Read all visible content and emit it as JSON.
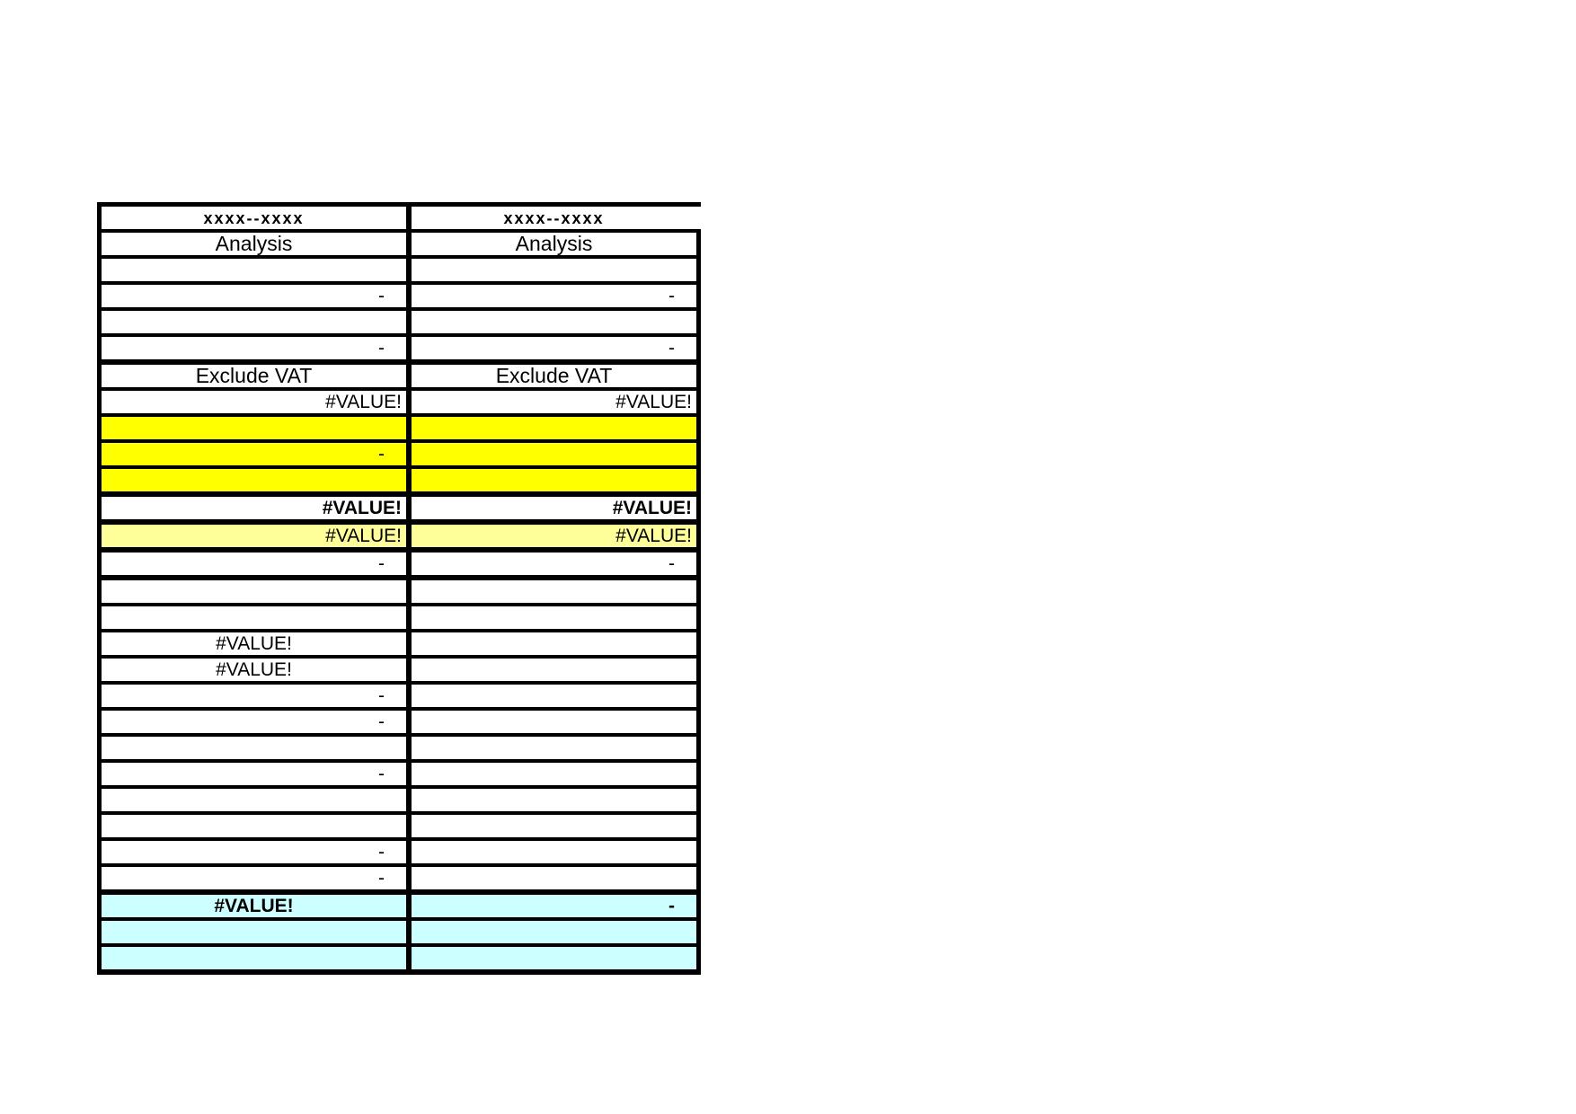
{
  "colors": {
    "yellow": "#FFFF00",
    "pale_yellow": "#FFFF99",
    "light_cyan": "#CCFFFF",
    "border": "#000000",
    "page_bg": "#FFFFFF"
  },
  "table": {
    "rows": [
      {
        "sep": "normal",
        "no_right_border": true,
        "cells": [
          {
            "text": "xxxx--xxxx",
            "align": "center",
            "bold": true,
            "size": "hdr",
            "bg": null,
            "pad": null
          },
          {
            "text": "xxxx--xxxx",
            "align": "center",
            "bold": true,
            "size": "hdr",
            "bg": null,
            "pad": null
          }
        ]
      },
      {
        "sep": "normal",
        "cells": [
          {
            "text": "Analysis",
            "align": "center",
            "bold": false,
            "size": "lg",
            "bg": null,
            "pad": null
          },
          {
            "text": "Analysis",
            "align": "center",
            "bold": false,
            "size": "lg",
            "bg": null,
            "pad": null
          }
        ]
      },
      {
        "sep": "normal",
        "cells": [
          {
            "text": "",
            "align": null,
            "bold": false,
            "size": null,
            "bg": null,
            "pad": null
          },
          {
            "text": "",
            "align": null,
            "bold": false,
            "size": null,
            "bg": null,
            "pad": null
          }
        ]
      },
      {
        "sep": "normal",
        "cells": [
          {
            "text": "-",
            "align": "right",
            "bold": false,
            "size": null,
            "bg": null,
            "pad": "wide"
          },
          {
            "text": "-",
            "align": "right",
            "bold": false,
            "size": null,
            "bg": null,
            "pad": "wide"
          }
        ]
      },
      {
        "sep": "normal",
        "cells": [
          {
            "text": "",
            "align": null,
            "bold": false,
            "size": null,
            "bg": null,
            "pad": null
          },
          {
            "text": "",
            "align": null,
            "bold": false,
            "size": null,
            "bg": null,
            "pad": null
          }
        ]
      },
      {
        "sep": "thick",
        "cells": [
          {
            "text": "-",
            "align": "right",
            "bold": false,
            "size": null,
            "bg": null,
            "pad": "wide"
          },
          {
            "text": "-",
            "align": "right",
            "bold": false,
            "size": null,
            "bg": null,
            "pad": "wide"
          }
        ]
      },
      {
        "sep": "normal",
        "cells": [
          {
            "text": "Exclude VAT",
            "align": "center",
            "bold": false,
            "size": "lg",
            "bg": null,
            "pad": null
          },
          {
            "text": "Exclude VAT",
            "align": "center",
            "bold": false,
            "size": "lg",
            "bg": null,
            "pad": null
          }
        ]
      },
      {
        "sep": "normal",
        "cells": [
          {
            "text": "#VALUE!",
            "align": "right",
            "bold": false,
            "size": null,
            "bg": null,
            "pad": "narrow"
          },
          {
            "text": "#VALUE!",
            "align": "right",
            "bold": false,
            "size": null,
            "bg": null,
            "pad": "narrow"
          }
        ]
      },
      {
        "sep": "normal",
        "cells": [
          {
            "text": "",
            "align": null,
            "bold": false,
            "size": null,
            "bg": "yellow",
            "pad": null
          },
          {
            "text": "",
            "align": null,
            "bold": false,
            "size": null,
            "bg": "yellow",
            "pad": null
          }
        ]
      },
      {
        "sep": "normal",
        "cells": [
          {
            "text": "-",
            "align": "right",
            "bold": false,
            "size": null,
            "bg": "yellow",
            "pad": "wide"
          },
          {
            "text": "",
            "align": null,
            "bold": false,
            "size": null,
            "bg": "yellow",
            "pad": null
          }
        ]
      },
      {
        "sep": "thick",
        "cells": [
          {
            "text": "",
            "align": null,
            "bold": false,
            "size": null,
            "bg": "yellow",
            "pad": null
          },
          {
            "text": "",
            "align": null,
            "bold": false,
            "size": null,
            "bg": "yellow",
            "pad": null
          }
        ]
      },
      {
        "sep": "thick",
        "cells": [
          {
            "text": "#VALUE!",
            "align": "right",
            "bold": true,
            "size": null,
            "bg": null,
            "pad": "narrow"
          },
          {
            "text": "#VALUE!",
            "align": "right",
            "bold": true,
            "size": null,
            "bg": null,
            "pad": "narrow"
          }
        ]
      },
      {
        "sep": "thick",
        "cells": [
          {
            "text": "#VALUE!",
            "align": "right",
            "bold": false,
            "size": null,
            "bg": "pale_yellow",
            "pad": "narrow"
          },
          {
            "text": "#VALUE!",
            "align": "right",
            "bold": false,
            "size": null,
            "bg": "pale_yellow",
            "pad": "narrow"
          }
        ]
      },
      {
        "sep": "thick",
        "cells": [
          {
            "text": "-",
            "align": "right",
            "bold": false,
            "size": null,
            "bg": null,
            "pad": "wide"
          },
          {
            "text": "-",
            "align": "right",
            "bold": false,
            "size": null,
            "bg": null,
            "pad": "wide"
          }
        ]
      },
      {
        "sep": "normal",
        "cells": [
          {
            "text": "",
            "align": null,
            "bold": false,
            "size": null,
            "bg": null,
            "pad": null
          },
          {
            "text": "",
            "align": null,
            "bold": false,
            "size": null,
            "bg": null,
            "pad": null
          }
        ]
      },
      {
        "sep": "normal",
        "cells": [
          {
            "text": "",
            "align": null,
            "bold": false,
            "size": null,
            "bg": null,
            "pad": null
          },
          {
            "text": "",
            "align": null,
            "bold": false,
            "size": null,
            "bg": null,
            "pad": null
          }
        ]
      },
      {
        "sep": "normal",
        "cells": [
          {
            "text": "#VALUE!",
            "align": "center",
            "bold": false,
            "size": null,
            "bg": null,
            "pad": null
          },
          {
            "text": "",
            "align": null,
            "bold": false,
            "size": null,
            "bg": null,
            "pad": null
          }
        ]
      },
      {
        "sep": "normal",
        "cells": [
          {
            "text": "#VALUE!",
            "align": "center",
            "bold": false,
            "size": null,
            "bg": null,
            "pad": null
          },
          {
            "text": "",
            "align": null,
            "bold": false,
            "size": null,
            "bg": null,
            "pad": null
          }
        ]
      },
      {
        "sep": "normal",
        "cells": [
          {
            "text": "-",
            "align": "right",
            "bold": false,
            "size": null,
            "bg": null,
            "pad": "wide"
          },
          {
            "text": "",
            "align": null,
            "bold": false,
            "size": null,
            "bg": null,
            "pad": null
          }
        ]
      },
      {
        "sep": "normal",
        "cells": [
          {
            "text": "-",
            "align": "right",
            "bold": false,
            "size": null,
            "bg": null,
            "pad": "wide"
          },
          {
            "text": "",
            "align": null,
            "bold": false,
            "size": null,
            "bg": null,
            "pad": null
          }
        ]
      },
      {
        "sep": "normal",
        "cells": [
          {
            "text": "",
            "align": null,
            "bold": false,
            "size": null,
            "bg": null,
            "pad": null
          },
          {
            "text": "",
            "align": null,
            "bold": false,
            "size": null,
            "bg": null,
            "pad": null
          }
        ]
      },
      {
        "sep": "normal",
        "cells": [
          {
            "text": "-",
            "align": "right",
            "bold": false,
            "size": null,
            "bg": null,
            "pad": "wide"
          },
          {
            "text": "",
            "align": null,
            "bold": false,
            "size": null,
            "bg": null,
            "pad": null
          }
        ]
      },
      {
        "sep": "normal",
        "cells": [
          {
            "text": "",
            "align": null,
            "bold": false,
            "size": null,
            "bg": null,
            "pad": null
          },
          {
            "text": "",
            "align": null,
            "bold": false,
            "size": null,
            "bg": null,
            "pad": null
          }
        ]
      },
      {
        "sep": "normal",
        "cells": [
          {
            "text": "",
            "align": null,
            "bold": false,
            "size": null,
            "bg": null,
            "pad": null
          },
          {
            "text": "",
            "align": null,
            "bold": false,
            "size": null,
            "bg": null,
            "pad": null
          }
        ]
      },
      {
        "sep": "normal",
        "cells": [
          {
            "text": "-",
            "align": "right",
            "bold": false,
            "size": null,
            "bg": null,
            "pad": "wide"
          },
          {
            "text": "",
            "align": null,
            "bold": false,
            "size": null,
            "bg": null,
            "pad": null
          }
        ]
      },
      {
        "sep": "thick",
        "cells": [
          {
            "text": "-",
            "align": "right",
            "bold": false,
            "size": null,
            "bg": null,
            "pad": "wide"
          },
          {
            "text": "",
            "align": null,
            "bold": false,
            "size": null,
            "bg": null,
            "pad": null
          }
        ]
      },
      {
        "sep": "normal",
        "cells": [
          {
            "text": "#VALUE!",
            "align": "center",
            "bold": true,
            "size": null,
            "bg": "light_cyan",
            "pad": null
          },
          {
            "text": "-",
            "align": "right",
            "bold": true,
            "size": null,
            "bg": "light_cyan",
            "pad": "wide"
          }
        ]
      },
      {
        "sep": "normal",
        "cells": [
          {
            "text": "",
            "align": null,
            "bold": false,
            "size": null,
            "bg": "light_cyan",
            "pad": null
          },
          {
            "text": "",
            "align": null,
            "bold": false,
            "size": null,
            "bg": "light_cyan",
            "pad": null
          }
        ]
      },
      {
        "sep": "normal",
        "cells": [
          {
            "text": "",
            "align": null,
            "bold": false,
            "size": null,
            "bg": "light_cyan",
            "pad": null
          },
          {
            "text": "",
            "align": null,
            "bold": false,
            "size": null,
            "bg": "light_cyan",
            "pad": null
          }
        ]
      }
    ]
  }
}
